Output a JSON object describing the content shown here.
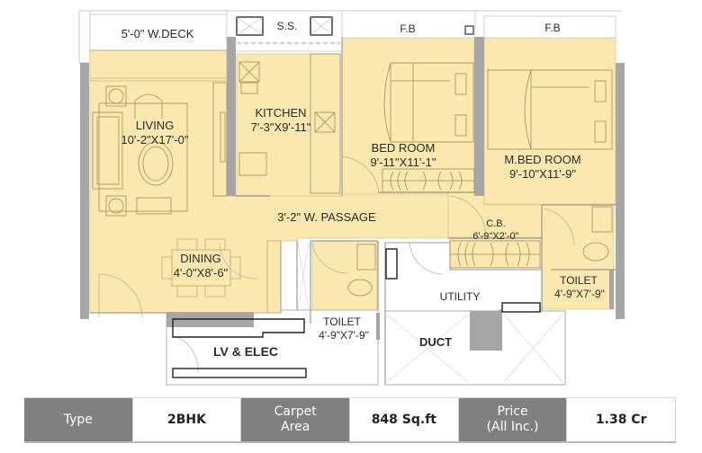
{
  "colors": {
    "room_fill": "#fbe8ae",
    "wall_gray": "#a6a6a6",
    "outline": "#8a8a8a",
    "label_text": "#2a2a2a",
    "table_header_bg": "#808080",
    "table_value_bg": "#ffffff"
  },
  "plan": {
    "rooms": [
      {
        "id": "w-deck",
        "name": "5'-0\" W.DECK",
        "dims": ""
      },
      {
        "id": "ss",
        "name": "S.S.",
        "dims": ""
      },
      {
        "id": "fb-1",
        "name": "F.B",
        "dims": ""
      },
      {
        "id": "fb-2",
        "name": "F.B",
        "dims": ""
      },
      {
        "id": "living",
        "name": "LIVING",
        "dims": "10'-2\"X17'-0\""
      },
      {
        "id": "kitchen",
        "name": "KITCHEN",
        "dims": "7'-3\"X9'-11\""
      },
      {
        "id": "bed-room",
        "name": "BED ROOM",
        "dims": "9'-11\"X11'-1\""
      },
      {
        "id": "m-bed-room",
        "name": "M.BED ROOM",
        "dims": "9'-10\"X11'-9\""
      },
      {
        "id": "passage",
        "name": "3'-2\" W. PASSAGE",
        "dims": ""
      },
      {
        "id": "cb",
        "name": "C.B.",
        "dims": "6'-9\"X2'-0\""
      },
      {
        "id": "dining",
        "name": "DINING",
        "dims": "4'-0\"X8'-6\""
      },
      {
        "id": "utility",
        "name": "UTILITY",
        "dims": ""
      },
      {
        "id": "toilet-1",
        "name": "TOILET",
        "dims": "4'-9\"X7'-9\""
      },
      {
        "id": "toilet-2",
        "name": "TOILET",
        "dims": "4'-9\"X7'-9\""
      },
      {
        "id": "lv-elec",
        "name": "LV & ELEC",
        "dims": ""
      },
      {
        "id": "duct",
        "name": "DUCT",
        "dims": ""
      }
    ]
  },
  "table": {
    "cells": [
      {
        "kind": "head",
        "text": "Type"
      },
      {
        "kind": "val",
        "text": "2BHK"
      },
      {
        "kind": "head",
        "text": "Carpet\nArea"
      },
      {
        "kind": "val",
        "text": "848 Sq.ft"
      },
      {
        "kind": "head",
        "text": "Price\n(All Inc.)"
      },
      {
        "kind": "val",
        "text": "1.38 Cr"
      }
    ]
  }
}
